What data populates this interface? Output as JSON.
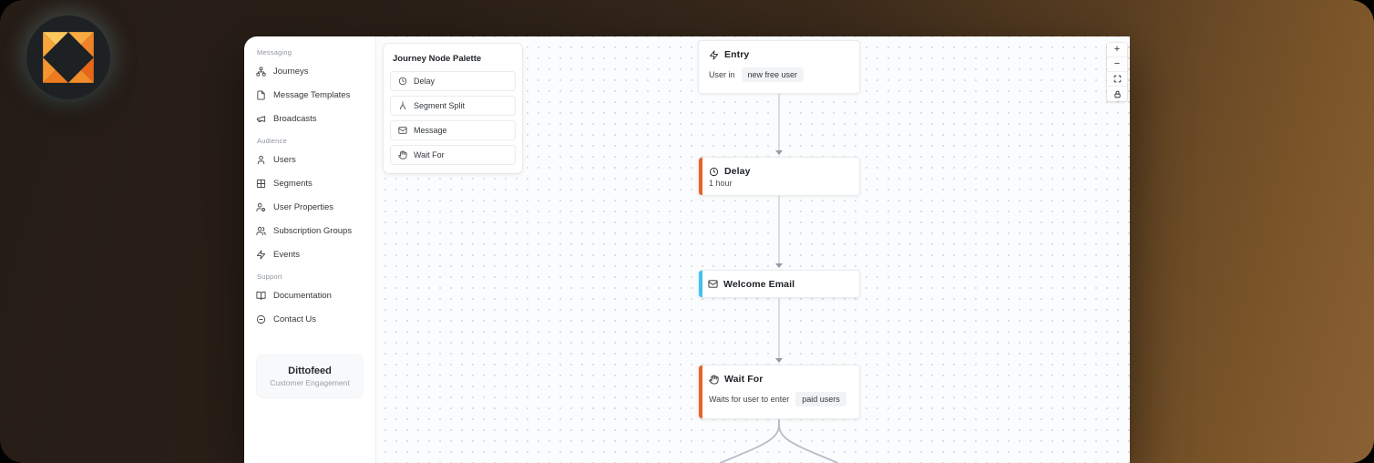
{
  "colors": {
    "accent_orange": "#ea6226",
    "accent_cyan": "#3ec3ea",
    "logo_orange": "#f59a33",
    "background_left": "#251c16",
    "background_right": "#8a6134"
  },
  "sidebar": {
    "sections": [
      {
        "label": "Messaging",
        "items": [
          {
            "icon": "journeys-icon",
            "label": "Journeys"
          },
          {
            "icon": "message-templates-icon",
            "label": "Message Templates"
          },
          {
            "icon": "broadcasts-icon",
            "label": "Broadcasts"
          }
        ]
      },
      {
        "label": "Audience",
        "items": [
          {
            "icon": "users-icon",
            "label": "Users"
          },
          {
            "icon": "segments-icon",
            "label": "Segments"
          },
          {
            "icon": "user-properties-icon",
            "label": "User Properties"
          },
          {
            "icon": "subscription-groups-icon",
            "label": "Subscription Groups"
          },
          {
            "icon": "events-icon",
            "label": "Events"
          }
        ]
      },
      {
        "label": "Support",
        "items": [
          {
            "icon": "documentation-icon",
            "label": "Documentation"
          },
          {
            "icon": "contact-icon",
            "label": "Contact Us"
          }
        ]
      }
    ],
    "brand": {
      "name": "Dittofeed",
      "tagline": "Customer Engagement"
    }
  },
  "palette": {
    "title": "Journey Node Palette",
    "items": [
      {
        "icon": "clock-icon",
        "label": "Delay"
      },
      {
        "icon": "split-icon",
        "label": "Segment Split"
      },
      {
        "icon": "envelope-icon",
        "label": "Message"
      },
      {
        "icon": "hand-icon",
        "label": "Wait For"
      }
    ]
  },
  "canvas": {
    "nodes": [
      {
        "icon": "zap-icon",
        "title": "Entry",
        "body_prefix": "User in",
        "badge": "new free user"
      },
      {
        "icon": "clock-icon",
        "title": "Delay",
        "subtitle": "1 hour",
        "accent": "#ea6226"
      },
      {
        "icon": "envelope-icon",
        "title": "Welcome Email",
        "accent": "#3ec3ea"
      },
      {
        "icon": "hand-icon",
        "title": "Wait For",
        "body_prefix": "Waits for user to enter",
        "badge": "paid users",
        "accent": "#ea6226"
      }
    ],
    "controls": [
      {
        "icon": "plus-icon",
        "glyph": "+"
      },
      {
        "icon": "minus-icon",
        "glyph": "−"
      },
      {
        "icon": "fit-view-icon"
      },
      {
        "icon": "lock-icon"
      }
    ]
  }
}
